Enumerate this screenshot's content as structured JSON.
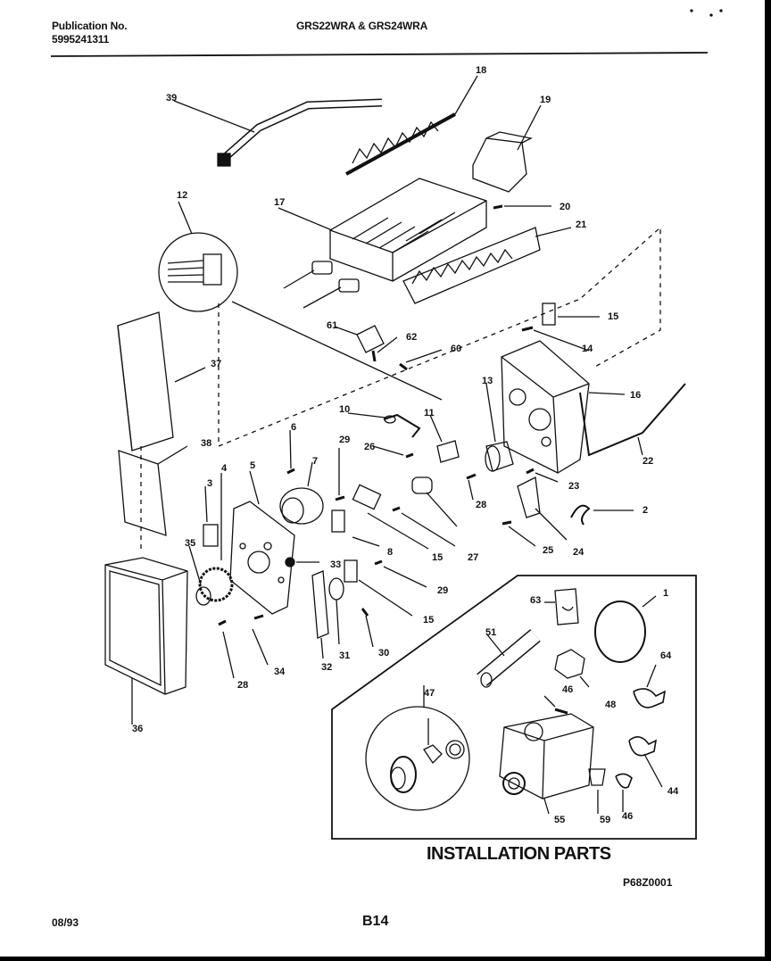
{
  "header": {
    "publication_label": "Publication No.",
    "publication_number": "5995241311",
    "models": "GRS22WRA & GRS24WRA"
  },
  "footer": {
    "date": "08/93",
    "page": "B14",
    "drawing_ref": "P68Z0001"
  },
  "installation_title": "INSTALLATION PARTS",
  "callouts": [
    "39",
    "18",
    "19",
    "17",
    "20",
    "21",
    "12",
    "15",
    "14",
    "61",
    "62",
    "60",
    "37",
    "13",
    "16",
    "10",
    "11",
    "6",
    "29",
    "26",
    "38",
    "3",
    "4",
    "5",
    "7",
    "28",
    "22",
    "23",
    "2",
    "25",
    "24",
    "35",
    "8",
    "15",
    "27",
    "33",
    "29",
    "15",
    "31",
    "30",
    "32",
    "63",
    "1",
    "28",
    "34",
    "51",
    "64",
    "47",
    "46",
    "48",
    "36",
    "44",
    "59",
    "46",
    "55"
  ]
}
